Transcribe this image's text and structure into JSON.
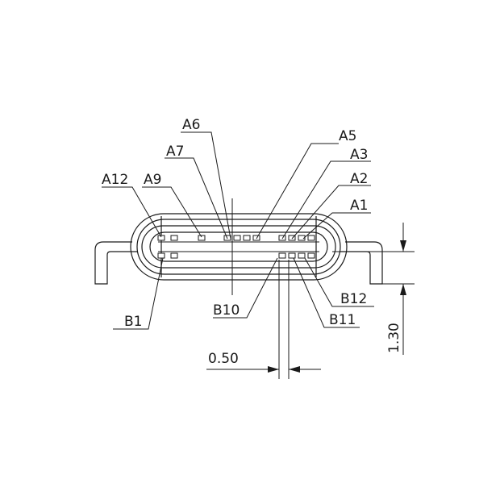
{
  "diagram": {
    "top_pin_labels": [
      "A6",
      "A5",
      "A7",
      "A3",
      "A12",
      "A9",
      "A2",
      "A1"
    ],
    "bottom_pin_labels": [
      "B12",
      "B1",
      "B10",
      "B11"
    ],
    "dimensions": {
      "pitch": "0.50",
      "height": "1.30"
    }
  }
}
